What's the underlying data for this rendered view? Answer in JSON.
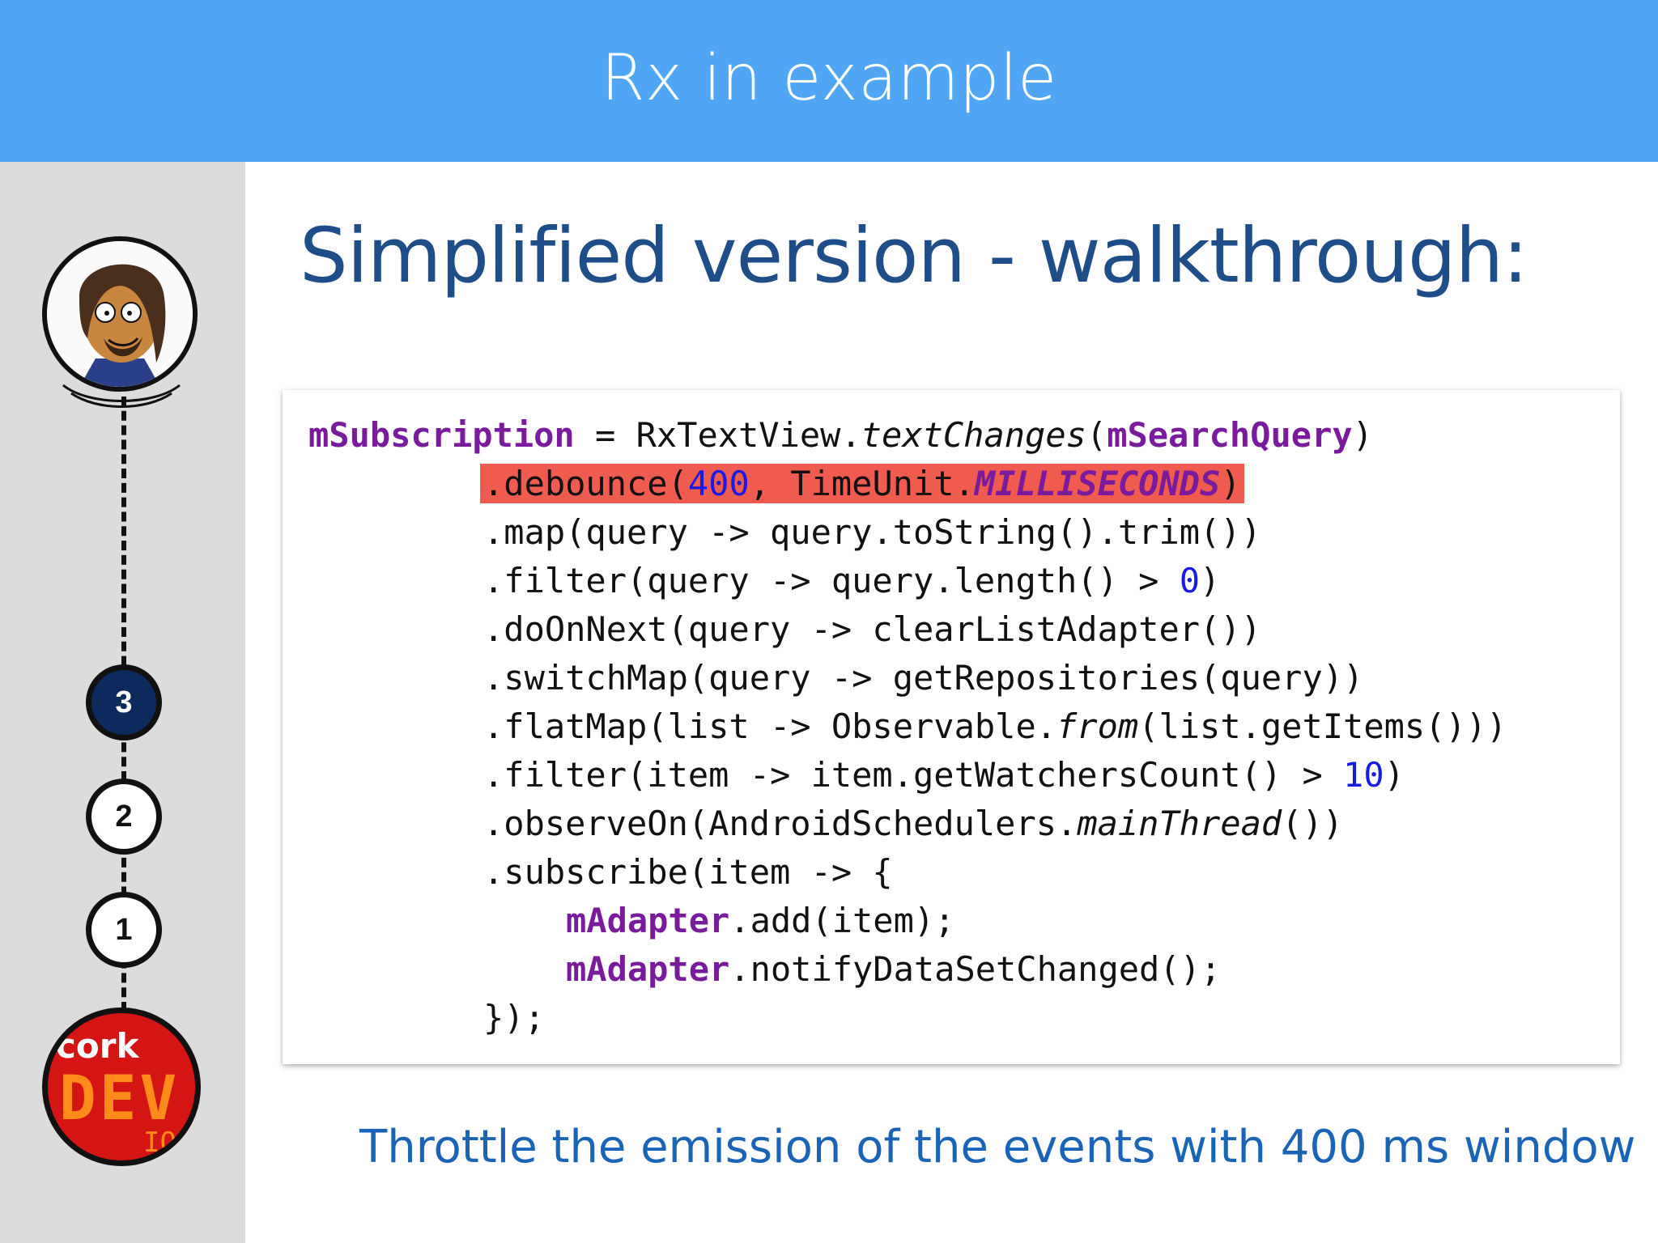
{
  "header": {
    "title": "Rx in example"
  },
  "slide": {
    "title": "Simplified version - walkthrough:"
  },
  "sidebar": {
    "steps": [
      {
        "label": "3",
        "active": true
      },
      {
        "label": "2",
        "active": false
      },
      {
        "label": "1",
        "active": false
      }
    ],
    "badge": {
      "top_text": "cork",
      "main_text": "DEV",
      "bottom_text": "IO"
    }
  },
  "code": {
    "l1": {
      "field": "mSubscription",
      "p1": " = RxTextView.",
      "method": "textChanges",
      "p2": "(",
      "arg": "mSearchQuery",
      "p3": ")"
    },
    "l2": {
      "p1": ".debounce(",
      "num": "400",
      "p2": ", TimeUnit.",
      "const": "MILLISECONDS",
      "p3": ")"
    },
    "l3": {
      "text": ".map(query -> query.toString().trim())"
    },
    "l4": {
      "p1": ".filter(query -> query.length() > ",
      "num": "0",
      "p2": ")"
    },
    "l5": {
      "text": ".doOnNext(query -> clearListAdapter())"
    },
    "l6": {
      "text": ".switchMap(query -> getRepositories(query))"
    },
    "l7": {
      "p1": ".flatMap(list -> Observable.",
      "method": "from",
      "p2": "(list.getItems()))"
    },
    "l8": {
      "p1": ".filter(item -> item.getWatchersCount() > ",
      "num": "10",
      "p2": ")"
    },
    "l9": {
      "p1": ".observeOn(AndroidSchedulers.",
      "method": "mainThread",
      "p2": "())"
    },
    "l10": {
      "text": ".subscribe(item -> {"
    },
    "l11": {
      "field": "mAdapter",
      "p1": ".add(item);"
    },
    "l12": {
      "field": "mAdapter",
      "p1": ".notifyDataSetChanged();"
    },
    "l13": {
      "text": "});"
    }
  },
  "caption": {
    "text": "Throttle the emission of the events with 400 ms window"
  },
  "colors": {
    "header": "#50a5f5",
    "title": "#1d4e89",
    "highlight": "#ef5b4f",
    "field": "#7a1b9e",
    "number": "#1a1ae6",
    "caption": "#1a64b8"
  }
}
